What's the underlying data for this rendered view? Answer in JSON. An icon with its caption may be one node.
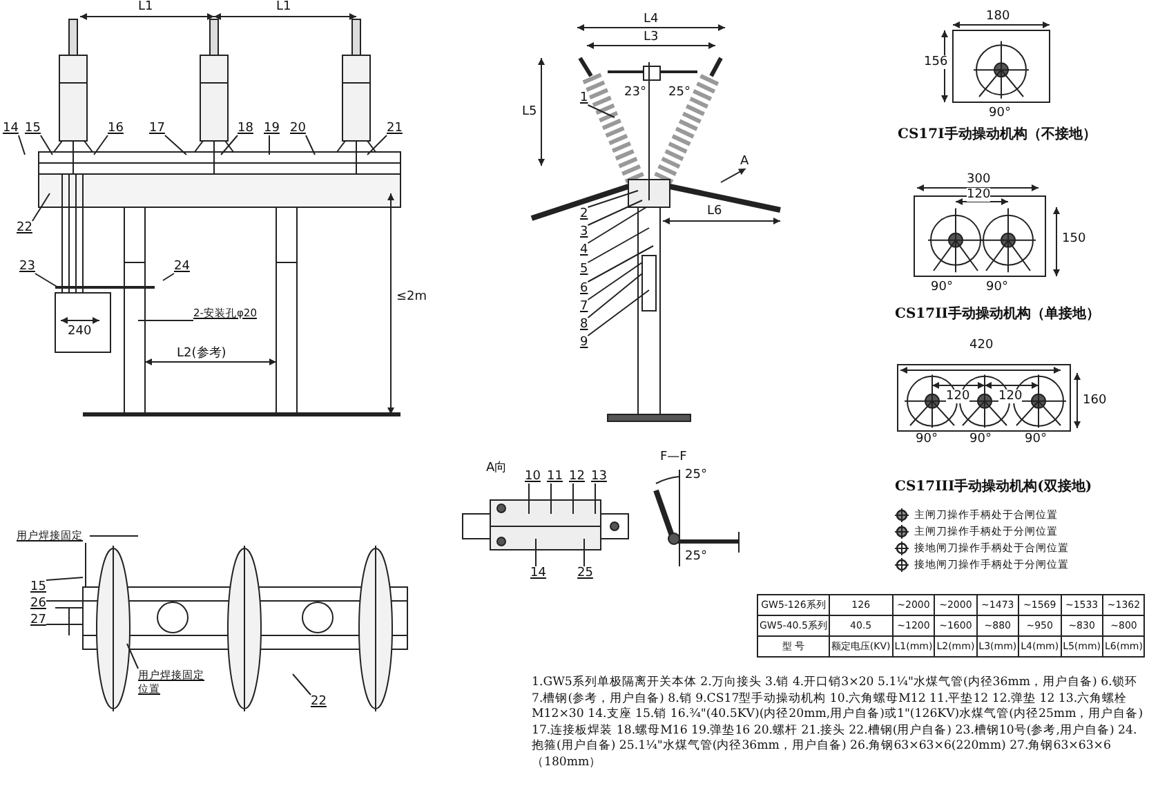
{
  "diagram": {
    "nodes": [
      {
        "text": [
          "14"
        ]
      },
      {
        "text": [
          "15"
        ]
      },
      {
        "text": [
          "16"
        ]
      },
      {
        "text": [
          "17"
        ]
      },
      {
        "text": [
          "18"
        ]
      },
      {
        "text": [
          "19"
        ]
      },
      {
        "text": [
          "20"
        ]
      },
      {
        "text": [
          "21"
        ]
      },
      {
        "text": [
          "22"
        ]
      },
      {
        "text": [
          "23"
        ]
      },
      {
        "text": [
          "24"
        ]
      },
      {
        "text": [
          "2-安装孔φ20"
        ]
      },
      {
        "text": [
          "1"
        ]
      },
      {
        "text": [
          "2"
        ]
      },
      {
        "text": [
          "3"
        ]
      },
      {
        "text": [
          "4"
        ]
      },
      {
        "text": [
          "5"
        ]
      },
      {
        "text": [
          "6"
        ]
      },
      {
        "text": [
          "7"
        ]
      },
      {
        "text": [
          "8"
        ]
      },
      {
        "text": [
          "9"
        ]
      },
      {
        "text": [
          "10"
        ]
      },
      {
        "text": [
          "11"
        ]
      },
      {
        "text": [
          "12"
        ]
      },
      {
        "text": [
          "13"
        ]
      },
      {
        "text": [
          "14"
        ]
      },
      {
        "text": [
          "25"
        ]
      },
      {
        "text": [
          "15"
        ]
      },
      {
        "text": [
          "26"
        ]
      },
      {
        "text": [
          "27"
        ]
      },
      {
        "text": [
          "22"
        ]
      },
      {
        "text": [
          "用户焊接固定"
        ]
      },
      {
        "text": [
          "用户焊接固定位置"
        ]
      }
    ],
    "edges": [
      {
        "from": 0,
        "to": null,
        "arrow": "none"
      },
      {
        "from": 1,
        "to": null,
        "arrow": "none"
      },
      {
        "from": 2,
        "to": null,
        "arrow": "none"
      },
      {
        "from": 3,
        "to": null,
        "arrow": "none"
      },
      {
        "from": 4,
        "to": null,
        "arrow": "none"
      },
      {
        "from": 5,
        "to": null,
        "arrow": "none"
      },
      {
        "from": 6,
        "to": null,
        "arrow": "none"
      },
      {
        "from": 7,
        "to": null,
        "arrow": "none"
      },
      {
        "from": 8,
        "to": null,
        "arrow": "none"
      },
      {
        "from": 9,
        "to": null,
        "arrow": "none"
      },
      {
        "from": 10,
        "to": null,
        "arrow": "none"
      },
      {
        "from": 11,
        "to": null,
        "arrow": "none"
      },
      {
        "from": 12,
        "to": null,
        "arrow": "none"
      },
      {
        "from": 13,
        "to": null,
        "arrow": "none"
      },
      {
        "from": 14,
        "to": null,
        "arrow": "none"
      },
      {
        "from": 15,
        "to": null,
        "arrow": "none"
      },
      {
        "from": 16,
        "to": null,
        "arrow": "none"
      },
      {
        "from": 17,
        "to": null,
        "arrow": "none"
      },
      {
        "from": 18,
        "to": null,
        "arrow": "none"
      },
      {
        "from": 19,
        "to": null,
        "arrow": "none"
      },
      {
        "from": 20,
        "to": null,
        "arrow": "none"
      },
      {
        "from": 21,
        "to": null,
        "arrow": "none"
      },
      {
        "from": 22,
        "to": null,
        "arrow": "none"
      },
      {
        "from": 23,
        "to": null,
        "arrow": "none"
      },
      {
        "from": 24,
        "to": null,
        "arrow": "none"
      },
      {
        "from": 25,
        "to": null,
        "arrow": "none"
      },
      {
        "from": 26,
        "to": null,
        "arrow": "none"
      },
      {
        "from": 27,
        "to": null,
        "arrow": "none"
      },
      {
        "from": 28,
        "to": null,
        "arrow": "none"
      },
      {
        "from": 29,
        "to": null,
        "arrow": "none"
      },
      {
        "from": 30,
        "to": null,
        "arrow": "none"
      },
      {
        "from": 31,
        "to": null,
        "arrow": "none"
      },
      {
        "from": 32,
        "to": null,
        "arrow": "none"
      }
    ],
    "labels": [
      "L1",
      "L1",
      "240",
      "L2(参考)",
      "≤2m",
      "L4",
      "L3",
      "23°",
      "25°",
      "L5",
      "A",
      "L6",
      "180",
      "156",
      "90°",
      "CS17I手动操动机构（不接地）",
      "300",
      "120",
      "150",
      "90°",
      "90°",
      "CS17II手动操动机构（单接地）",
      "420",
      "120",
      "120",
      "160",
      "90°",
      "90°",
      "90°",
      "F—F",
      "25°",
      "A向",
      "CS17III手动操动机构(双接地)",
      "25°",
      "GW5-126系列",
      "126",
      "~2000",
      "~2000",
      "~1473",
      "~1569",
      "~1533",
      "~1362",
      "GW5-40.5系列",
      "40.5",
      "~1200",
      "~1600",
      "~880",
      "~950",
      "~830",
      "~800",
      "型 号",
      "额定电压(KV)",
      "L1(mm)",
      "L2(mm)",
      "L3(mm)",
      "L4(mm)",
      "L5(mm)",
      "L6(mm)",
      "1.GW5系列单极隔离开关本体 2.万向接头 3.销 4.开口销3×20 5.1¼\"水煤气管(内径36mm，用户自备) 6.锁环 7.槽钢(参考，用户自备) 8.销 9.CS17型手动操动机构 10.六角螺母M12 11.平垫12 12.弹垫 12 13.六角螺栓M12×30 14.支座 15.销 16.¾\"(40.5KV)(内径20mm,用户自备)或1\"(126KV)水煤气管(内径25mm，用户自备) 17.连接板焊装 18.螺母M16 19.弹垫16 20.螺杆 21.接头 22.槽钢(用户自备) 23.槽钢10号(参考,用户自备) 24.抱箍(用户自备) 25.1¼\"水煤气管(内径36mm，用户自备) 26.角钢63×63×6(220mm) 27.角钢63×63×6（180mm）"
    ],
    "legend": [
      {
        "text": "主闸刀操作手柄处于合闸位置"
      },
      {
        "text": "主闸刀操作手柄处于分闸位置"
      },
      {
        "text": "接地闸刀操作手柄处于合闸位置"
      },
      {
        "text": "接地闸刀操作手柄处于分闸位置"
      }
    ]
  }
}
